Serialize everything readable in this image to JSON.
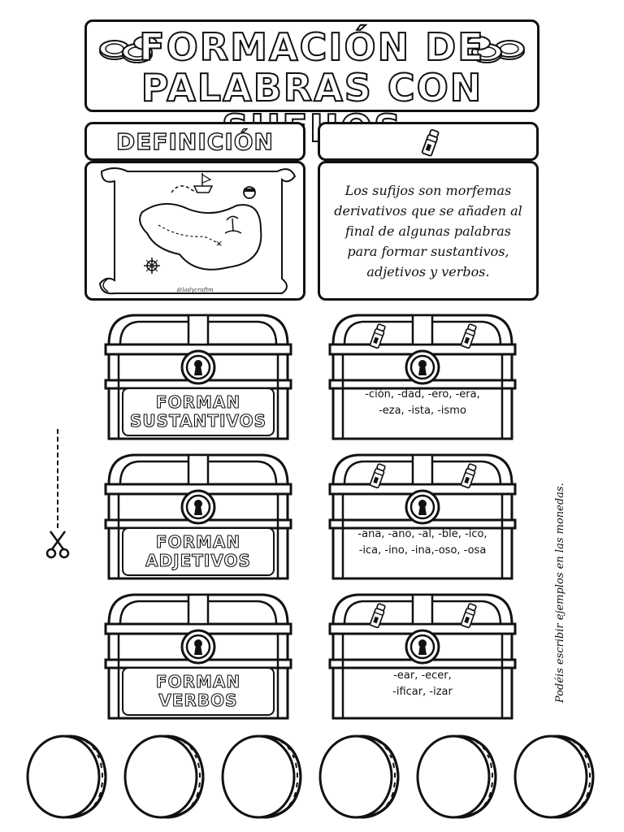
{
  "header": {
    "title_line1": "FORMACIÓN DE",
    "title_line2": "PALABRAS CON SUFIJOS"
  },
  "definition": {
    "heading": "DEFINICIÓN",
    "glue_icon": "glue-stick-icon",
    "map_credit": "@ladycraftm",
    "text_line1": "Los sufijos son morfemas",
    "text_line2": "derivativos que se añaden al",
    "text_line3": "final de algunas palabras",
    "text_line4": "para formar sustantivos,",
    "text_line5": "adjetivos y verbos."
  },
  "chests": [
    {
      "label_line1": "FORMAN",
      "label_line2": "SUSTANTIVOS",
      "suffix_line1": "-ción, -dad, -ero, -era,",
      "suffix_line2": "-eza, -ista, -ismo"
    },
    {
      "label_line1": "FORMAN",
      "label_line2": "ADJETIVOS",
      "suffix_line1": "-ana, -ano, -al, -ble, -ico,",
      "suffix_line2": "-ica, -ino, -ina,-oso, -osa"
    },
    {
      "label_line1": "FORMAN",
      "label_line2": "VERBOS",
      "suffix_line1": "-ear, -ecer,",
      "suffix_line2": "-ificar, -izar"
    }
  ],
  "side_note": "Podéis escribir ejemplos en las monedas.",
  "coins_count_label": "",
  "colors": {
    "ink": "#111111",
    "paper": "#ffffff"
  }
}
